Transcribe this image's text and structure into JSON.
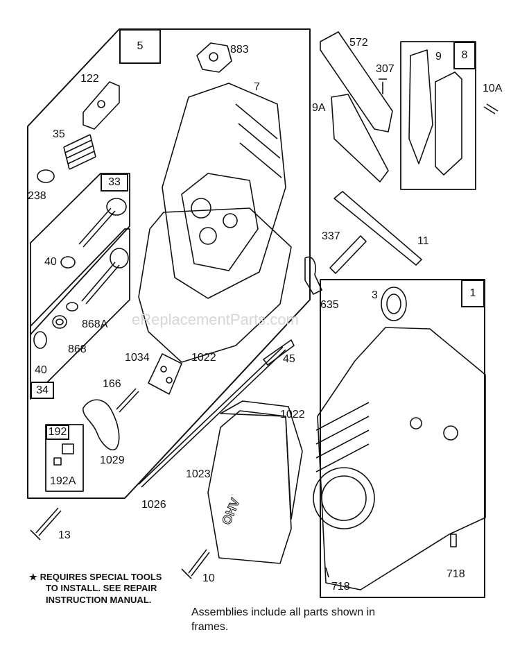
{
  "diagram": {
    "watermark": "eReplacementParts.com",
    "frames": [
      {
        "id": "5"
      },
      {
        "id": "33"
      },
      {
        "id": "34"
      },
      {
        "id": "192"
      },
      {
        "id": "8"
      },
      {
        "id": "1"
      }
    ],
    "part_labels": [
      "883",
      "7",
      "122",
      "35",
      "238",
      "40",
      "40",
      "868A",
      "868",
      "1034",
      "1022",
      "166",
      "1029",
      "192A",
      "572",
      "307",
      "9",
      "10A",
      "9A",
      "337",
      "11",
      "635",
      "3",
      "45",
      "1022",
      "1023",
      "1026",
      "13",
      "10",
      "718",
      "718"
    ],
    "note": {
      "star": "★",
      "line1": "REQUIRES SPECIAL TOOLS",
      "line2": "TO INSTALL.  SEE REPAIR",
      "line3": "INSTRUCTION MANUAL."
    },
    "footer": {
      "line1": "Assemblies include all parts shown in",
      "line2": "frames."
    },
    "cover_lettering": "OHV"
  }
}
